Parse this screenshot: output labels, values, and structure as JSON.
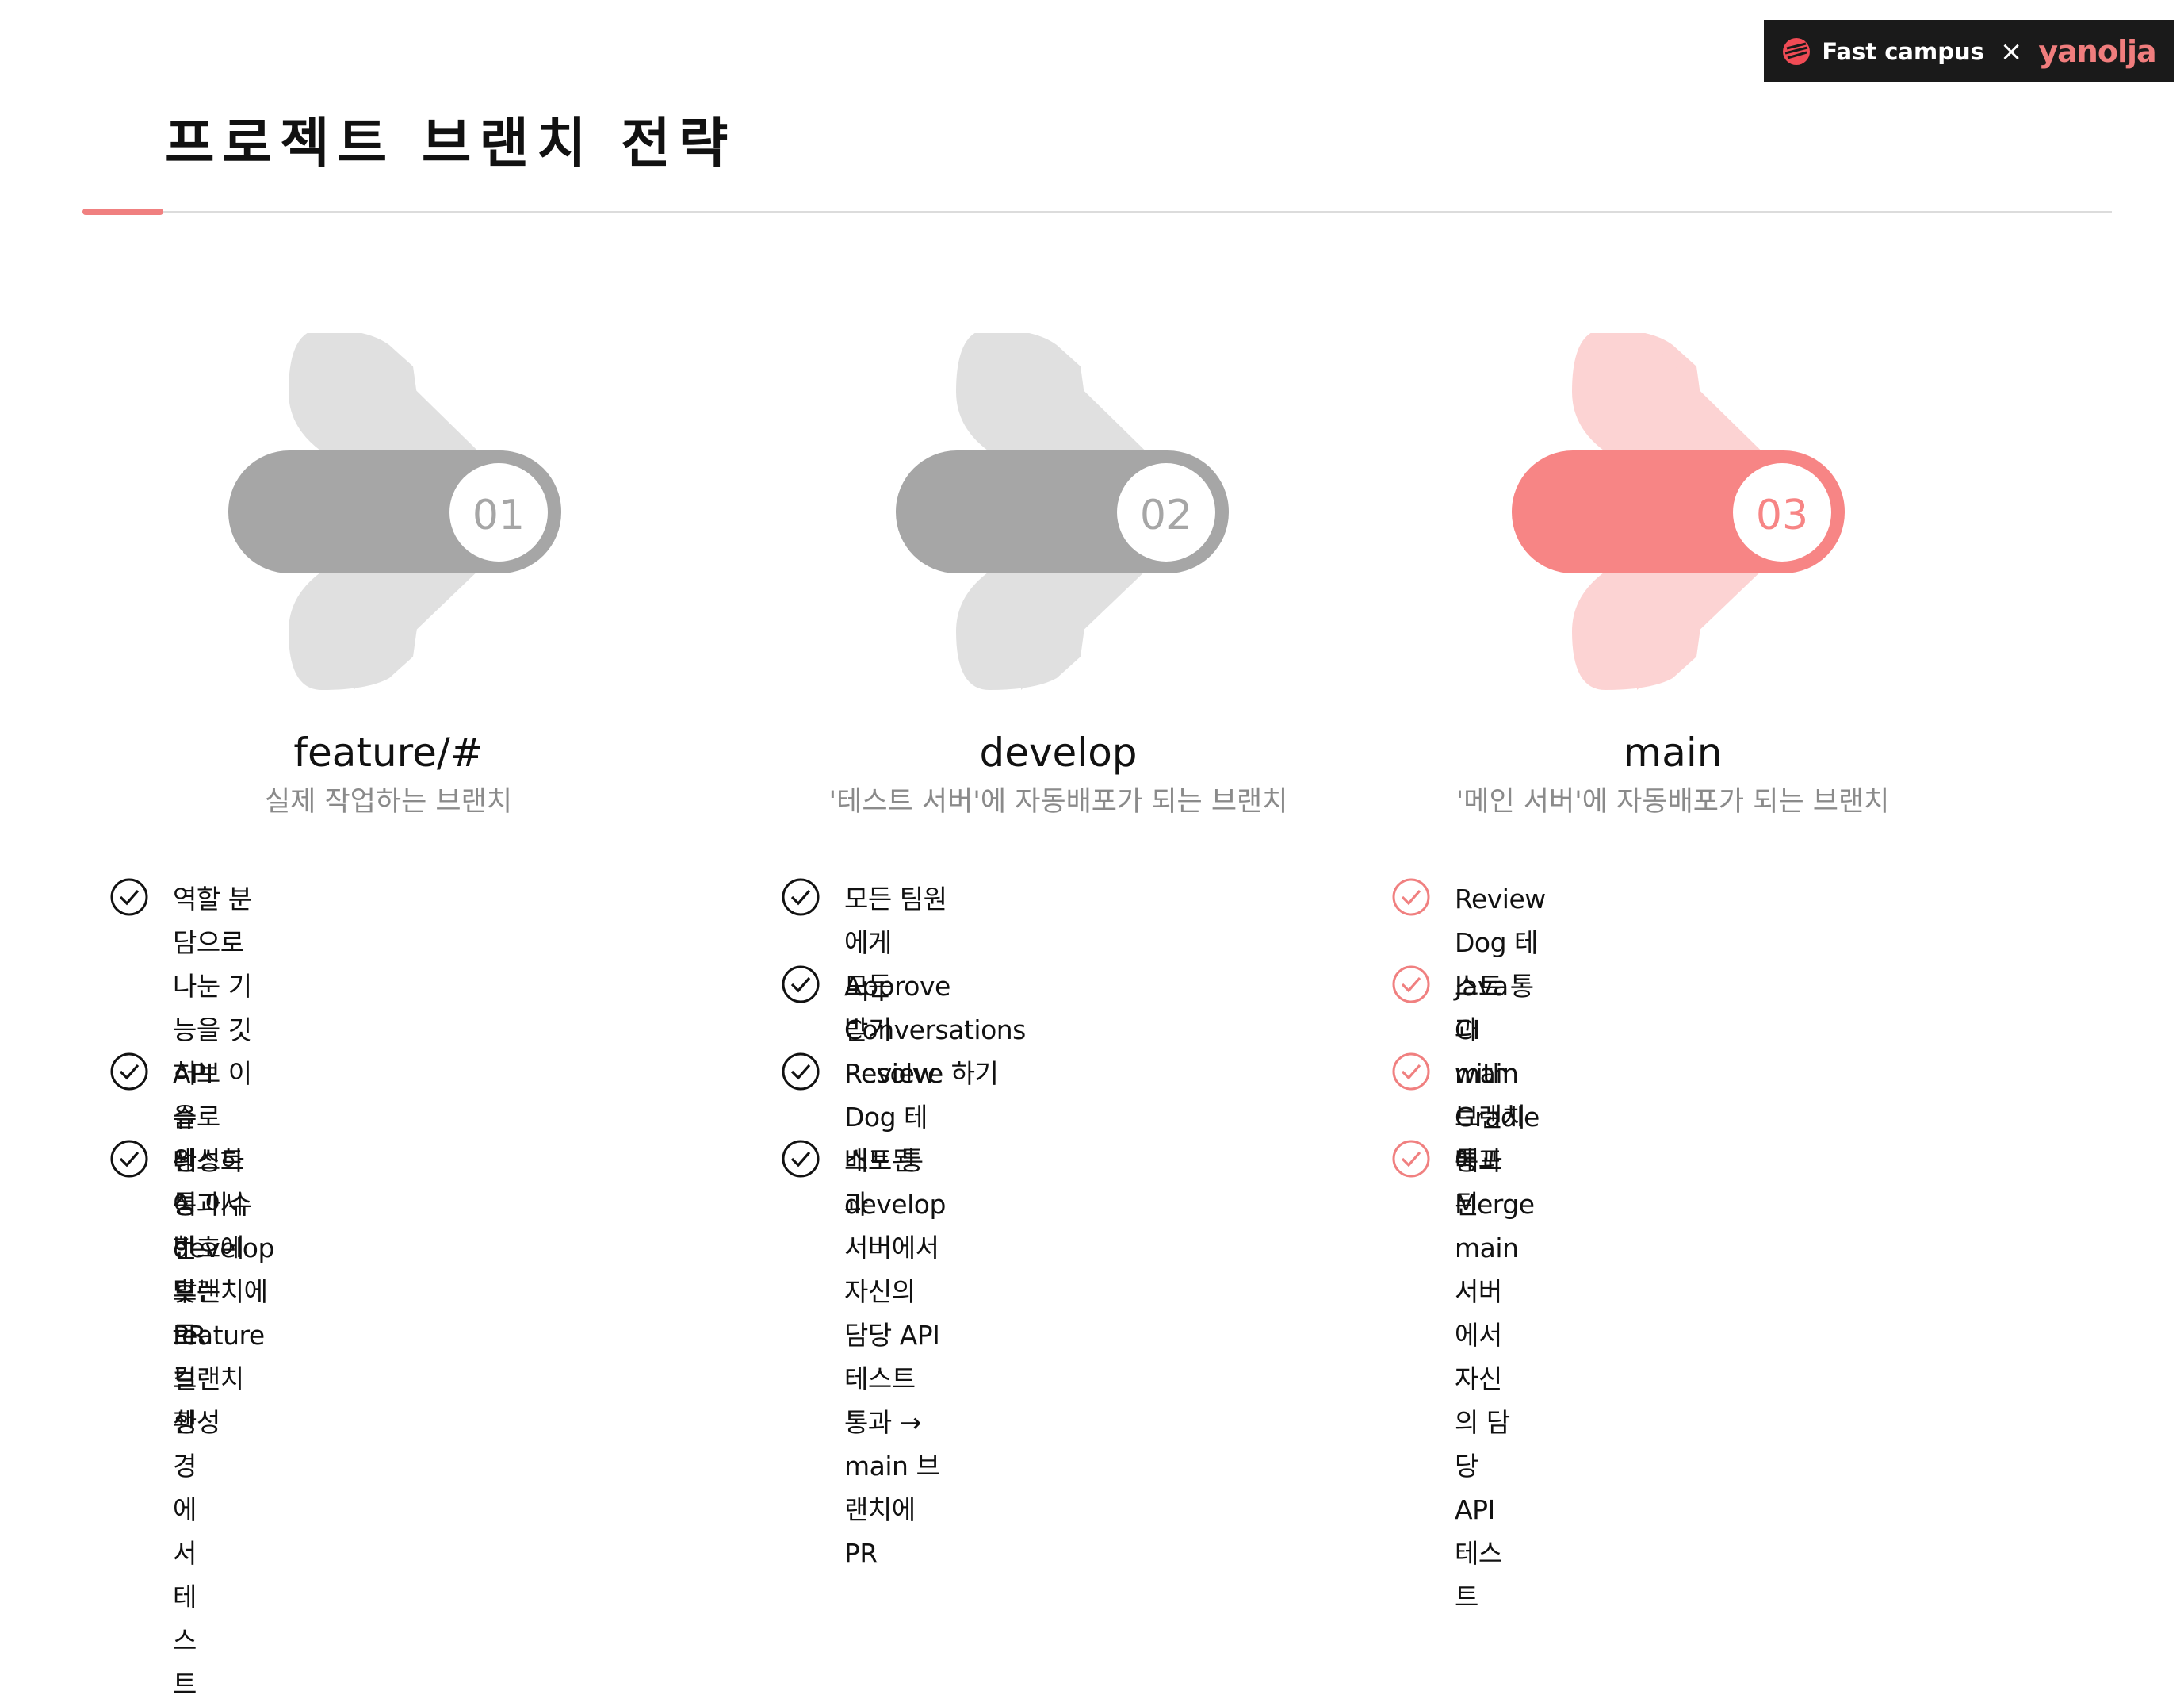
{
  "brand": {
    "left": "Fast campus",
    "right": "yanolja",
    "accent": "#f07d7d"
  },
  "title": "프로젝트 브랜치 전략",
  "colors": {
    "gray": "#a6a6a6",
    "light_gray": "#e0e0e0",
    "red": "#f78585",
    "light_red": "#fcd3d3",
    "accent": "#f08080"
  },
  "columns": [
    {
      "number": "01",
      "name": "feature/#",
      "subtitle": "실제 작업하는 브랜치",
      "items": [
        {
          "lines": [
            "역할 분담으로 나눈 기능을  깃 허브 이슈로",
            "생성하여 이슈 번호에 맞는 feature 브랜치",
            "생성"
          ]
        },
        {
          "lines": [
            "API 을 완성한 후 로컬 환경에서 테스트"
          ]
        },
        {
          "lines": [
            "테스트 통과시 develop 브랜치에 PR"
          ]
        }
      ]
    },
    {
      "number": "02",
      "name": "develop",
      "subtitle": "'테스트 서버'에 자동배포가 되는 브랜치",
      "items": [
        {
          "lines": [
            "모든 팀원에게 Approve 받기"
          ]
        },
        {
          "lines": [
            "모든 Conversations Resolve 하기"
          ]
        },
        {
          "lines": [
            "Review Dog 테스트 통과"
          ]
        },
        {
          "lines": [
            "배포된 develop 서버에서 자신의 담당 API",
            "테스트 통과 → main 브랜치에 PR"
          ]
        }
      ]
    },
    {
      "number": "03",
      "name": "main",
      "subtitle": "'메인 서버'에 자동배포가 되는 브랜치",
      "items": [
        {
          "lines": [
            "Review Dog 테스트 통과"
          ]
        },
        {
          "lines": [
            "Java CI with Gradle 통과"
          ]
        },
        {
          "lines": [
            "main 브랜치에 Merge"
          ]
        },
        {
          "lines": [
            "배포된 main 서버에서 자신의 담당 API 테스트"
          ]
        }
      ]
    }
  ]
}
